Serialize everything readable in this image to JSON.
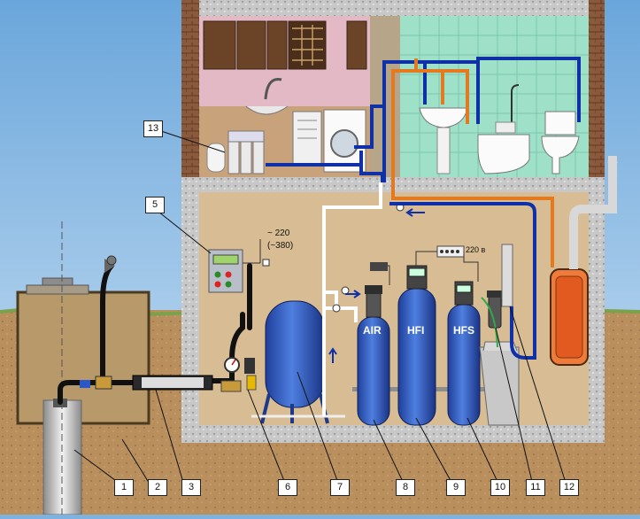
{
  "voltage": {
    "primary": "~ 220",
    "alt": "(~380)",
    "controller": "220 в"
  },
  "tanks": {
    "air": "AIR",
    "hfi": "HFI",
    "hfs": "HFS"
  },
  "callouts": [
    "1",
    "2",
    "3",
    "5",
    "6",
    "7",
    "8",
    "9",
    "10",
    "11",
    "12",
    "13"
  ]
}
